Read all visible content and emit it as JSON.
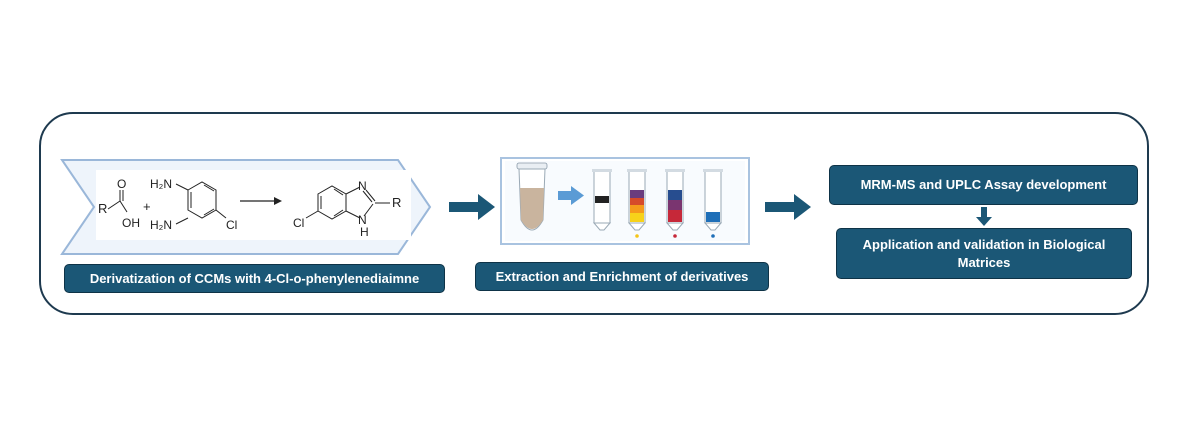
{
  "steps": {
    "derivatization": "Derivatization of CCMs with 4-Cl-o-phenylenediaimne",
    "extraction": "Extraction and Enrichment of derivatives",
    "mrm": "MRM-MS and UPLC Assay development",
    "application": "Application and validation in Biological Matrices"
  },
  "reaction": {
    "r1": "R",
    "o_top": "O",
    "oh": "OH",
    "plus": "+",
    "nh2_top": "H₂N",
    "nh2_bottom": "H₂N",
    "cl_reactant": "Cl",
    "cl_product": "Cl",
    "n_top": "N",
    "n_bottom": "N",
    "h": "H",
    "r2": "R"
  },
  "colors": {
    "box_fill": "#1b5776",
    "box_border": "#0e3347",
    "arrow": "#1b5776",
    "chevron_border": "#8fb0d6",
    "chevron_fill": "#eaf2fb",
    "spe_arrow": "#5b9bd5"
  }
}
